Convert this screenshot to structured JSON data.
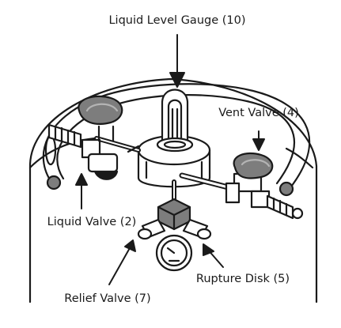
{
  "labels": {
    "liquid_level_gauge": "Liquid Level Gauge (10)",
    "vent_valve": "Vent Valve (4)",
    "liquid_valve": "Liquid Valve (2)",
    "rupture_disk": "Rupture Disk (5)",
    "relief_valve": "Relief Valve (7)"
  },
  "colors": {
    "line": "#1a1a1a",
    "knob_fill": "#7d7d7d",
    "knob_light": "#b4b4b4",
    "background": "#ffffff"
  }
}
